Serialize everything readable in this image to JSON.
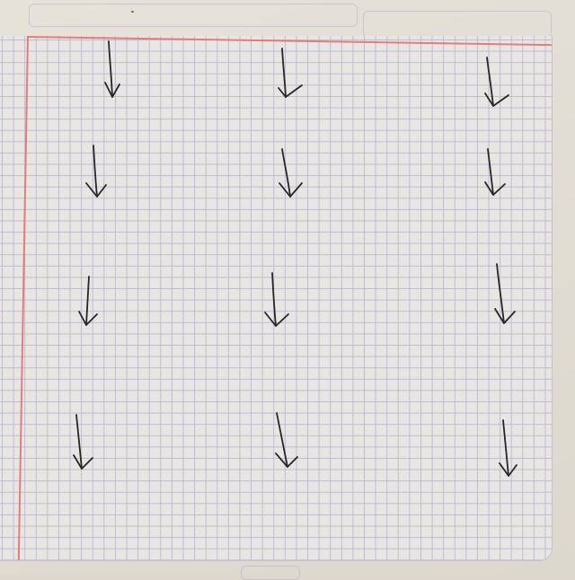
{
  "page": {
    "description_free": true
  },
  "arrows": {
    "direction": "down",
    "rows": 4,
    "columns": 3,
    "count": 12
  },
  "colors": {
    "paper": "#e6e2d9",
    "grid": "#b8bcd8",
    "margin_line": "#e47d79",
    "ink": "#262626"
  }
}
